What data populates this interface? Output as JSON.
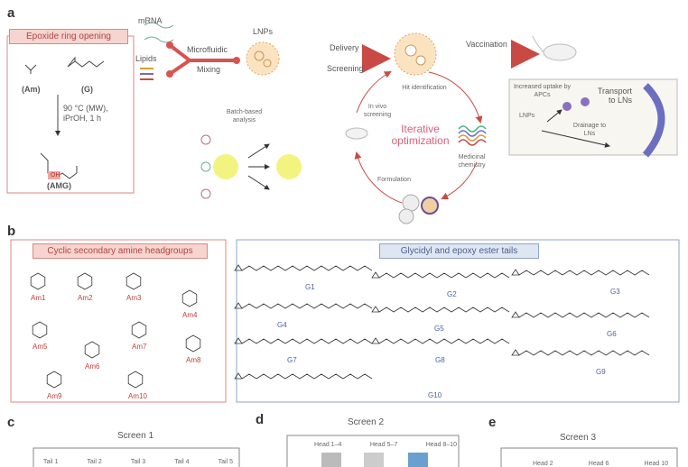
{
  "panel_a": {
    "label": "a",
    "reaction": {
      "title": "Epoxide ring opening",
      "reactant1": "(Am)",
      "reactant2": "(G)",
      "conditions_line1": "90 °C (MW),",
      "conditions_line2": "iPrOH, 1 h",
      "product": "(AMG)",
      "oh_label": "OH"
    },
    "mrna": "mRNA",
    "lipids": "Lipids",
    "microfluidic": "Microfluidic",
    "mixing": "Mixing",
    "lnps": "LNPs",
    "delivery": "Delivery",
    "screening": "Screening",
    "hit_identification": "Hit identification",
    "vaccination": "Vaccination",
    "batch_analysis": "Batch-based analysis",
    "in_vivo_screening": "In vivo screening",
    "iterative": "Iterative",
    "optimization": "optimization",
    "medicinal_chemistry": "Medicinal chemistry",
    "formulation": "Formulation",
    "inset": {
      "uptake": "Increased uptake by APCs",
      "transport": "Transport to LNs",
      "lnps": "LNPs",
      "drainage": "Drainage to LNs"
    },
    "colors": {
      "accent_red": "#d9534f",
      "pink": "#d9607d"
    }
  },
  "panel_b": {
    "label": "b",
    "headgroups_title": "Cyclic secondary amine headgroups",
    "headgroups": [
      "Am1",
      "Am2",
      "Am3",
      "Am4",
      "Am5",
      "Am6",
      "Am7",
      "Am8",
      "Am9",
      "Am10"
    ],
    "tails_title": "Glycidyl and epoxy ester tails",
    "tails": [
      "G1",
      "G2",
      "G3",
      "G4",
      "G5",
      "G6",
      "G7",
      "G8",
      "G9",
      "G10"
    ]
  },
  "panel_c": {
    "label": "c",
    "title": "Screen 1",
    "columns": [
      "Tail 1",
      "Tail 2",
      "Tail 3",
      "Tail 4",
      "Tail 5"
    ]
  },
  "panel_d": {
    "label": "d",
    "title": "Screen 2",
    "columns": [
      "Head 1–4",
      "Head 5–7",
      "Head 8–10"
    ]
  },
  "panel_e": {
    "label": "e",
    "title": "Screen 3",
    "columns": [
      "Head 2",
      "Head 6",
      "Head 10"
    ]
  }
}
